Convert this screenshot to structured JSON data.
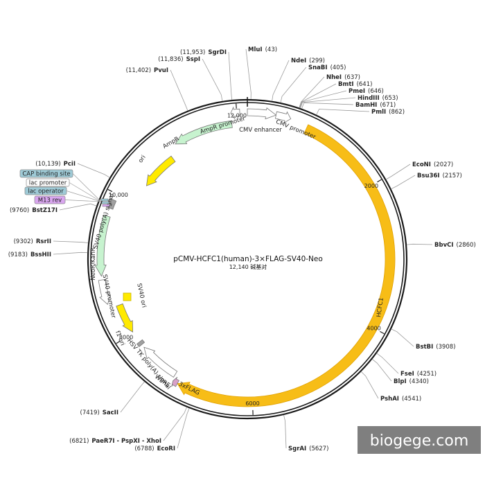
{
  "title": "pCMV-HCFC1(human)-3×FLAG-SV40-Neo",
  "subtitle": "12,140 碱基对",
  "watermark": "biogege.com",
  "total_bp": 12140,
  "colors": {
    "backbone": "#1a1a1a",
    "hcfc1": "#f7bd17",
    "ori": "#ffea00",
    "resistance": "#c7f3cf",
    "promoter": "#ffffff",
    "grey": "#a0a0a0",
    "flag": "#d8a0c8",
    "cap_box": "#9ecad6",
    "m13_box": "#d9a6ef",
    "watermark_bg": "#7f7f7f"
  },
  "ticks": [
    {
      "bp": 2000,
      "label": "2000"
    },
    {
      "bp": 4000,
      "label": "4000"
    },
    {
      "bp": 6000,
      "label": "6000"
    },
    {
      "bp": 8000,
      "label": "8000"
    },
    {
      "bp": 10000,
      "label": "10,000"
    },
    {
      "bp": 12000,
      "label": "12,000"
    }
  ],
  "sites": [
    {
      "name": "MluI",
      "pos": "(43)",
      "bp": 43
    },
    {
      "name": "NdeI",
      "pos": "(299)",
      "bp": 299
    },
    {
      "name": "SnaBI",
      "pos": "(405)",
      "bp": 405
    },
    {
      "name": "NheI",
      "pos": "(637)",
      "bp": 637
    },
    {
      "name": "BmtI",
      "pos": "(641)",
      "bp": 641
    },
    {
      "name": "PmeI",
      "pos": "(646)",
      "bp": 646
    },
    {
      "name": "HindIII",
      "pos": "(653)",
      "bp": 653
    },
    {
      "name": "BamHI",
      "pos": "(671)",
      "bp": 671
    },
    {
      "name": "PmlI",
      "pos": "(862)",
      "bp": 862
    },
    {
      "name": "EcoNI",
      "pos": "(2027)",
      "bp": 2027
    },
    {
      "name": "Bsu36I",
      "pos": "(2157)",
      "bp": 2157
    },
    {
      "name": "BbvCI",
      "pos": "(2860)",
      "bp": 2860
    },
    {
      "name": "BstBI",
      "pos": "(3908)",
      "bp": 3908
    },
    {
      "name": "FseI",
      "pos": "(4251)",
      "bp": 4251
    },
    {
      "name": "BlpI",
      "pos": "(4340)",
      "bp": 4340
    },
    {
      "name": "PshAI",
      "pos": "(4541)",
      "bp": 4541
    },
    {
      "name": "SgrAI",
      "pos": "(5627)",
      "bp": 5627
    },
    {
      "name": "EcoRI",
      "pos": "(6788)",
      "bp": 6788
    },
    {
      "name": "PaeR7I - PspXI - XhoI",
      "pos": "(6821)",
      "bp": 6821
    },
    {
      "name": "SacII",
      "pos": "(7419)",
      "bp": 7419
    },
    {
      "name": "BssHII",
      "pos": "(9183)",
      "bp": 9183
    },
    {
      "name": "RsrII",
      "pos": "(9302)",
      "bp": 9302
    },
    {
      "name": "BstZ17I",
      "pos": "(9760)",
      "bp": 9760
    },
    {
      "name": "PciI",
      "pos": "(10,139)",
      "bp": 10139
    },
    {
      "name": "PvuI",
      "pos": "(11,402)",
      "bp": 11402
    },
    {
      "name": "SspI",
      "pos": "(11,836)",
      "bp": 11836
    },
    {
      "name": "SgrDI",
      "pos": "(11,953)",
      "bp": 11953
    }
  ],
  "features": [
    {
      "name": "CMV enhancer",
      "start": 0,
      "end": 380,
      "kind": "promoter",
      "dir": 1
    },
    {
      "name": "CMV promoter",
      "start": 380,
      "end": 580,
      "kind": "promoter",
      "dir": 1
    },
    {
      "name": "HCFC1",
      "start": 820,
      "end": 7060,
      "kind": "hcfc1",
      "dir": 1
    },
    {
      "name": "3xFLAG",
      "start": 7060,
      "end": 7130,
      "kind": "flag",
      "dir": 1
    },
    {
      "name": "WPRE",
      "start": 7150,
      "end": 7740,
      "kind": "promoter",
      "dir": 1
    },
    {
      "name": "HSV TK poly(A) signal",
      "start": 7790,
      "end": 7840,
      "kind": "grey",
      "dir": 0
    },
    {
      "name": "f1 ori",
      "start": 8010,
      "end": 8440,
      "kind": "ori",
      "dir": -1
    },
    {
      "name": "SV40 promoter",
      "start": 8500,
      "end": 8830,
      "kind": "promoter",
      "dir": -1
    },
    {
      "name": "NeoR/KanR",
      "start": 8880,
      "end": 9680,
      "kind": "resistance",
      "dir": -1
    },
    {
      "name": "SV40 poly(A) signal",
      "start": 9790,
      "end": 9910,
      "kind": "grey",
      "dir": 0
    },
    {
      "name": "ori",
      "start": 10320,
      "end": 10910,
      "kind": "ori",
      "dir": -1
    },
    {
      "name": "AmpR",
      "start": 11060,
      "end": 11920,
      "kind": "resistance",
      "dir": -1
    },
    {
      "name": "AmpR promoter",
      "start": 11920,
      "end": 12040,
      "kind": "promoter",
      "dir": -1
    },
    {
      "name": "SV40 ori",
      "start": 0,
      "end": 0,
      "kind": "ori",
      "dir": 0
    }
  ],
  "left_boxes": [
    {
      "label": "CAP binding site",
      "kind": "cap_box"
    },
    {
      "label": "lac promoter",
      "kind": "white"
    },
    {
      "label": "lac operator",
      "kind": "cap_box"
    },
    {
      "label": "M13 rev",
      "kind": "m13_box"
    }
  ]
}
